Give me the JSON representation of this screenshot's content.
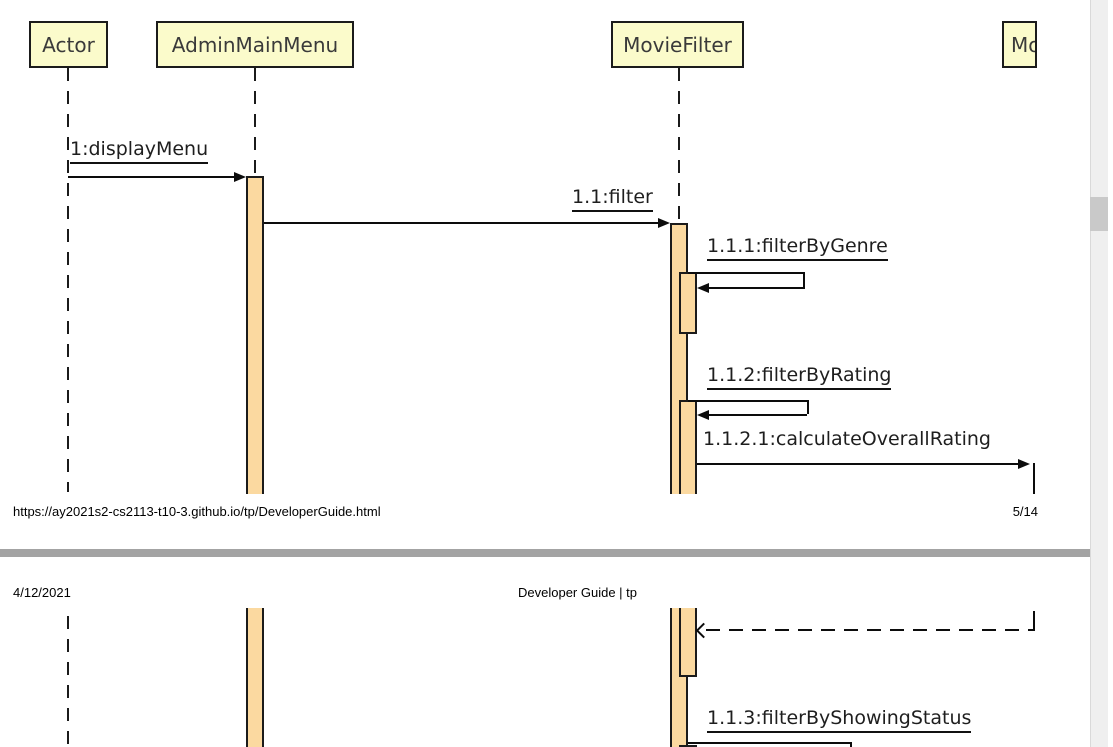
{
  "viewer": {
    "page1": {
      "objects": [
        {
          "id": "actor",
          "label": "Actor"
        },
        {
          "id": "admin-main-menu",
          "label": "AdminMainMenu"
        },
        {
          "id": "movie-filter",
          "label": "MovieFilter"
        },
        {
          "id": "movie-clipped",
          "label": "Mo"
        }
      ],
      "messages": [
        {
          "id": "display-menu",
          "label": "1:displayMenu"
        },
        {
          "id": "filter",
          "label": "1.1:filter"
        },
        {
          "id": "filter-by-genre",
          "label": "1.1.1:filterByGenre"
        },
        {
          "id": "filter-by-rating",
          "label": "1.1.2:filterByRating"
        },
        {
          "id": "calculate-overall-rating",
          "label": "1.1.2.1:calculateOverallRating"
        }
      ],
      "footer": {
        "url": "https://ay2021s2-cs2113-t10-3.github.io/tp/DeveloperGuide.html",
        "page_indicator": "5/14"
      }
    },
    "page2": {
      "header": {
        "date": "4/12/2021",
        "title": "Developer Guide | tp"
      },
      "messages": [
        {
          "id": "filter-by-showing-status",
          "label": "1.1.3:filterByShowingStatus"
        }
      ]
    },
    "colors": {
      "object_fill": "#fbfbcb",
      "activation_fill": "#fbd9a0",
      "line": "#1b1b1b",
      "divider": "#a3a3a3",
      "scrollbar_track": "#efefef",
      "scrollbar_thumb": "#c9c9c9"
    }
  }
}
